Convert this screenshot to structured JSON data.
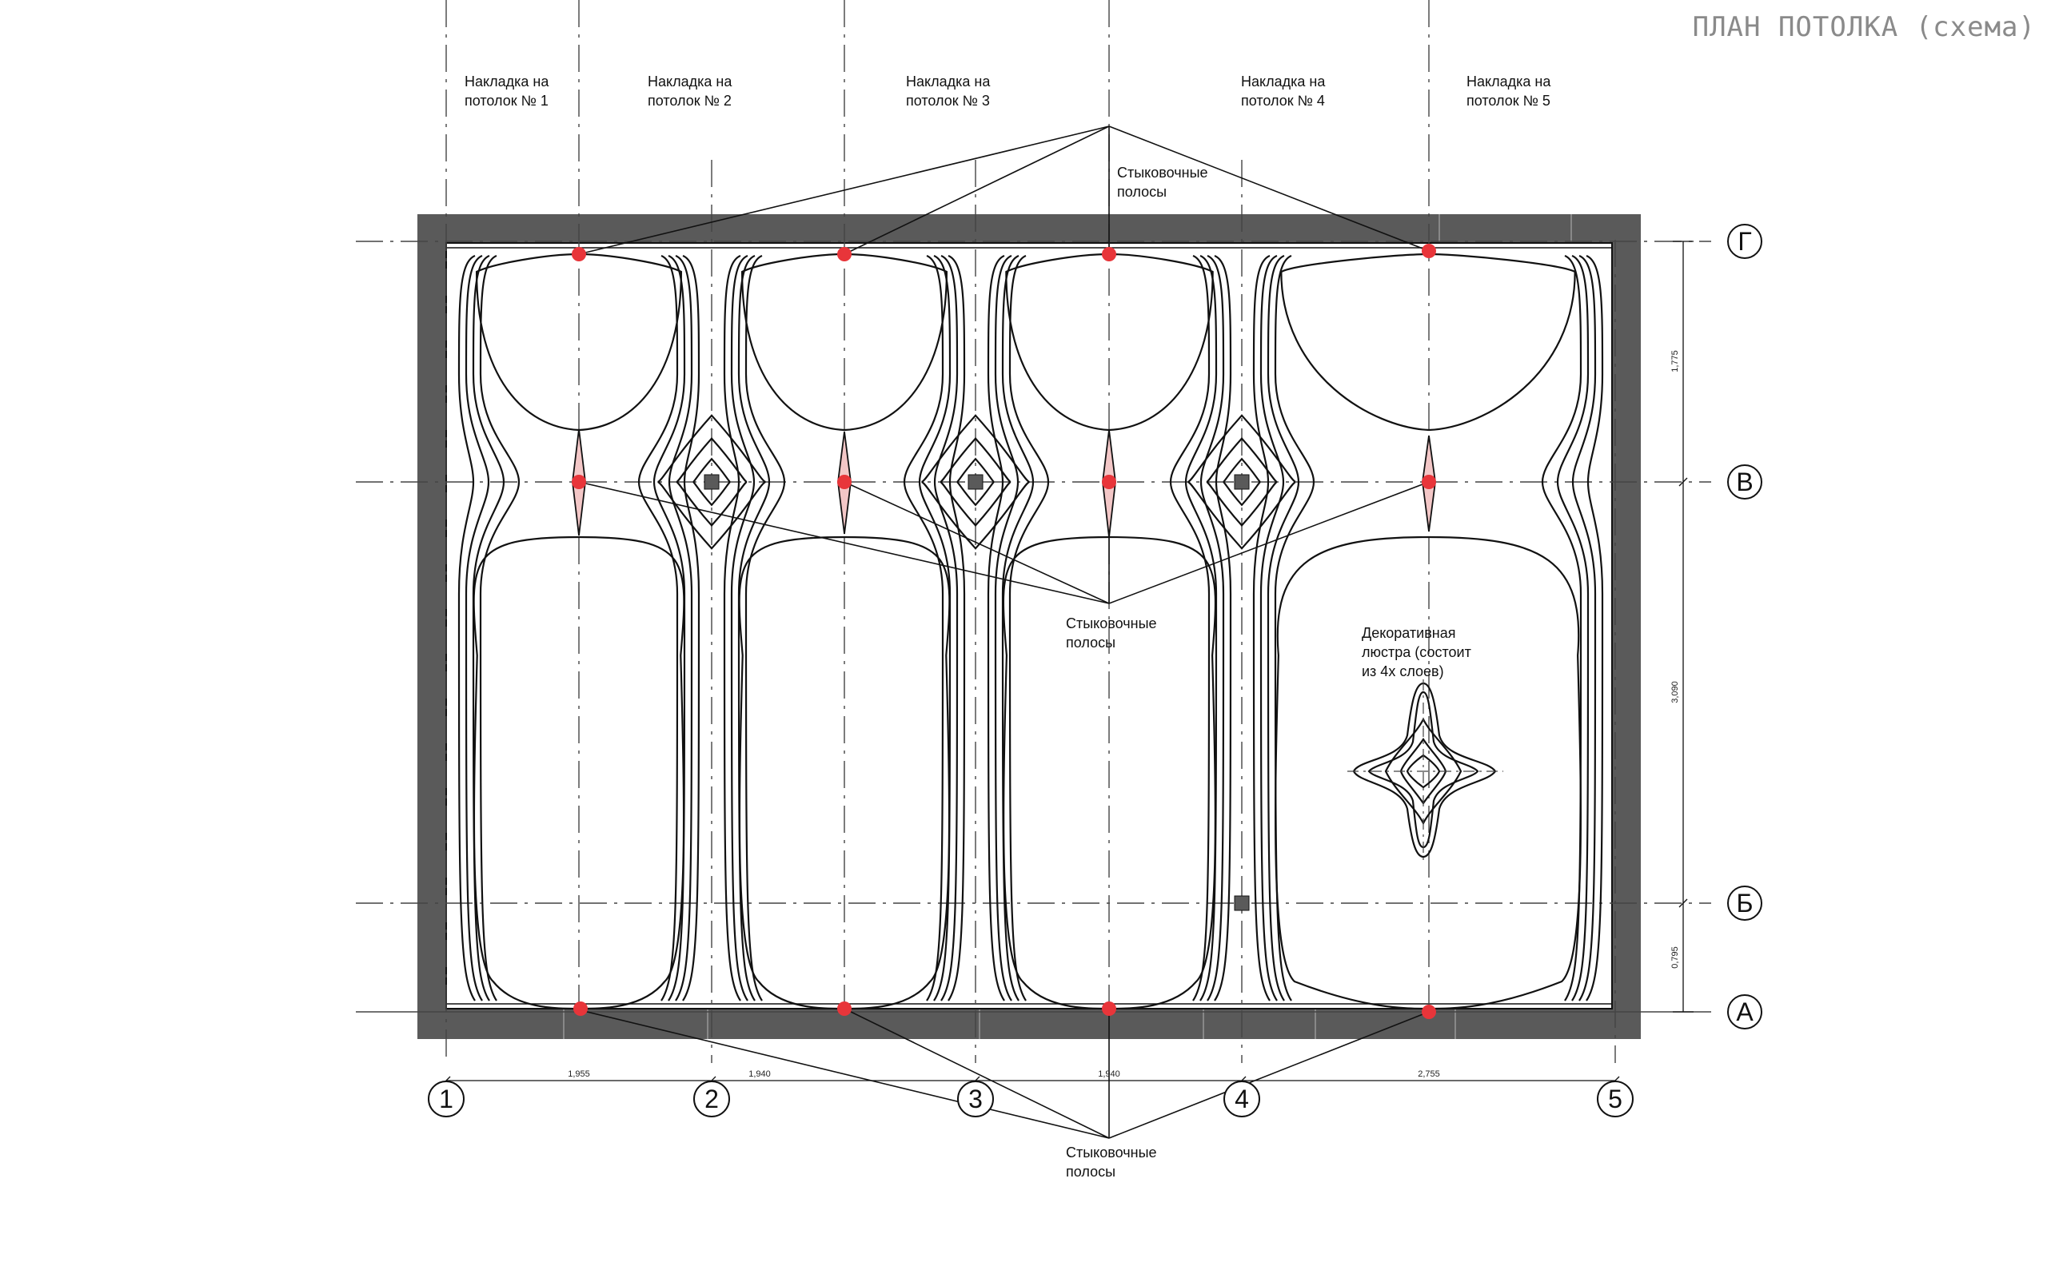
{
  "title": "ПЛАН ПОТОЛКА (схема)",
  "panel_labels": [
    {
      "line1": "Накладка на",
      "line2": "потолок № 1"
    },
    {
      "line1": "Накладка на",
      "line2": "потолок № 2"
    },
    {
      "line1": "Накладка на",
      "line2": "потолок № 3"
    },
    {
      "line1": "Накладка на",
      "line2": "потолок № 4"
    },
    {
      "line1": "Накладка на",
      "line2": "потолок № 5"
    }
  ],
  "joint_label_top": {
    "line1": "Стыковочные",
    "line2": "полосы"
  },
  "joint_label_middle": {
    "line1": "Стыковочные",
    "line2": "полосы"
  },
  "joint_label_bottom": {
    "line1": "Стыковочные",
    "line2": "полосы"
  },
  "chandelier_label": {
    "line1": "Декоративная",
    "line2": "люстра (состоит",
    "line3": "из 4х слоев)"
  },
  "axes_columns": [
    "1",
    "2",
    "3",
    "4",
    "5"
  ],
  "axes_rows": [
    "Г",
    "В",
    "Б",
    "А"
  ],
  "dims_horizontal": [
    "1,955",
    "1,940",
    "1,940",
    "2,755"
  ],
  "dims_vertical": [
    "1,775",
    "3,090",
    "0,795"
  ],
  "colors": {
    "wall": "#5a5a5a",
    "joint_marker": "#e8353a",
    "joint_fill": "#f3c7c7",
    "line": "#111111",
    "grid": "#444444"
  }
}
